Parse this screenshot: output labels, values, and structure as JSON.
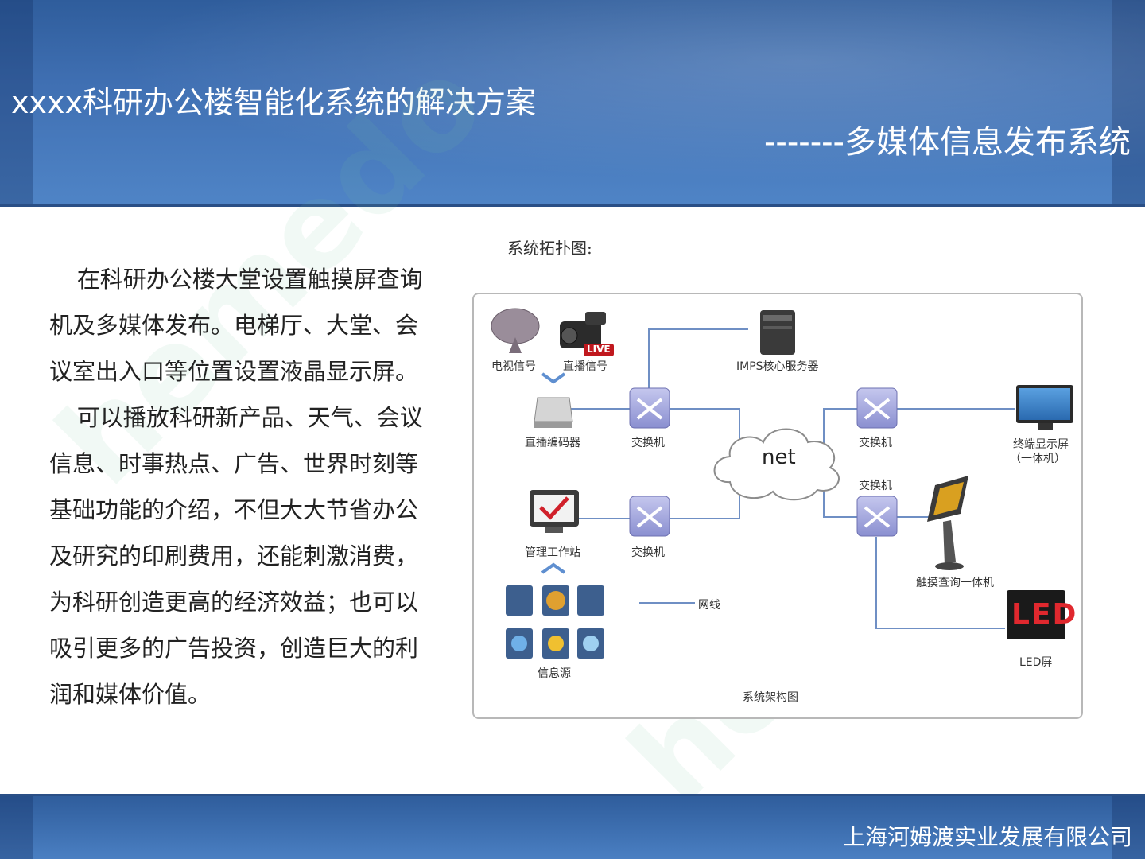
{
  "header": {
    "title": "xxxx科研办公楼智能化系统的解决方案",
    "subtitle": "-------多媒体信息发布系统"
  },
  "body": {
    "paragraphs": [
      "在科研办公楼大堂设置触摸屏查询机及多媒体发布。电梯厅、大堂、会议室出入口等位置设置液晶显示屏。",
      "可以播放科研新产品、天气、会议信息、时事热点、广告、世界时刻等基础功能的介绍，不但大大节省办公及研究的印刷费用，还能刺激消费，为科研创造更高的经济效益；也可以吸引更多的广告投资，创造巨大的利润和媒体价值。"
    ]
  },
  "diagram": {
    "caption": "系统拓扑图:",
    "footer_label": "系统架构图",
    "cloud_label": "net",
    "legend_label": "网线",
    "live_badge": "LIVE",
    "led_badge": "LED",
    "nodes": {
      "tv_signal": "电视信号",
      "live_signal": "直播信号",
      "imps_server": "IMPS核心服务器",
      "live_encoder": "直播编码器",
      "switch_top_left": "交换机",
      "switch_bottom_left": "交换机",
      "switch_top_right": "交换机",
      "switch_bottom_right": "交换机",
      "terminal_display": "终端显示屏",
      "terminal_display_sub": "（一体机）",
      "mgmt_workstation": "管理工作站",
      "touch_kiosk": "触摸查询一体机",
      "led_screen": "LED屏",
      "info_source": "信息源"
    },
    "colors": {
      "link": "#6f8fc4",
      "switch": "#9b9ed6",
      "arrow": "#5f8fd0"
    }
  },
  "footer": {
    "company": "上海河姆渡实业发展有限公司"
  }
}
